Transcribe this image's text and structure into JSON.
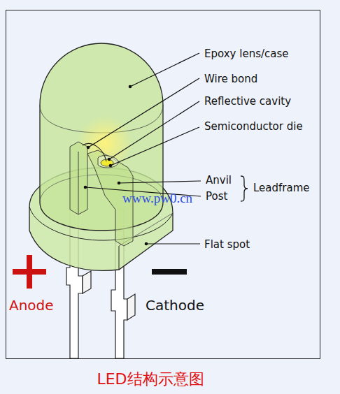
{
  "diagram": {
    "caption": "LED结构示意图",
    "labels": [
      "Epoxy lens/case",
      "Wire bond",
      "Reflective cavity",
      "Semiconductor die",
      "Anvil",
      "Post",
      "Leadframe",
      "www.pw0.cn",
      "Flat spot",
      "Anode",
      "Cathode"
    ]
  }
}
